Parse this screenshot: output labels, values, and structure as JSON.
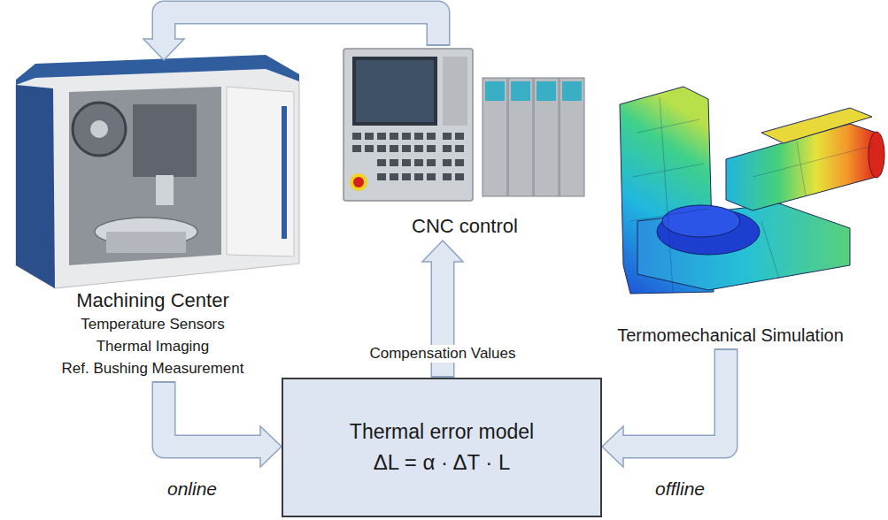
{
  "diagram": {
    "nodes": [
      {
        "text": [
          "Machining Center",
          "Temperature Sensors",
          "Thermal Imaging",
          "Ref. Bushing Measurement"
        ]
      },
      {
        "text": [
          "CNC control"
        ]
      },
      {
        "text": [
          "Termomechanical Simulation"
        ]
      },
      {
        "text": [
          "Thermal error model",
          "ΔL = α · ΔT · L"
        ]
      }
    ],
    "edges": [
      {
        "from": 3,
        "to": 1,
        "label": "Compensation Values",
        "arrow": "to"
      },
      {
        "from": 1,
        "to": 0,
        "arrow": "to"
      },
      {
        "from": 0,
        "to": 3,
        "label": "online",
        "arrow": "to"
      },
      {
        "from": 2,
        "to": 3,
        "label": "offline",
        "arrow": "to"
      }
    ]
  }
}
